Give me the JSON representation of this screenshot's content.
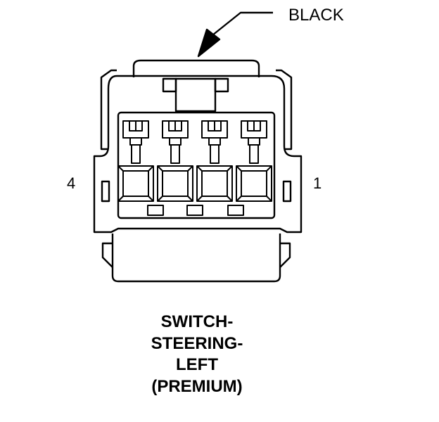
{
  "connector": {
    "color_label": "BLACK",
    "pin_left": "4",
    "pin_right": "1",
    "title_lines": [
      "SWITCH-",
      "STEERING-",
      "LEFT",
      "(PREMIUM)"
    ],
    "cavity_count": 4,
    "line_color": "#000000",
    "background": "#ffffff"
  }
}
